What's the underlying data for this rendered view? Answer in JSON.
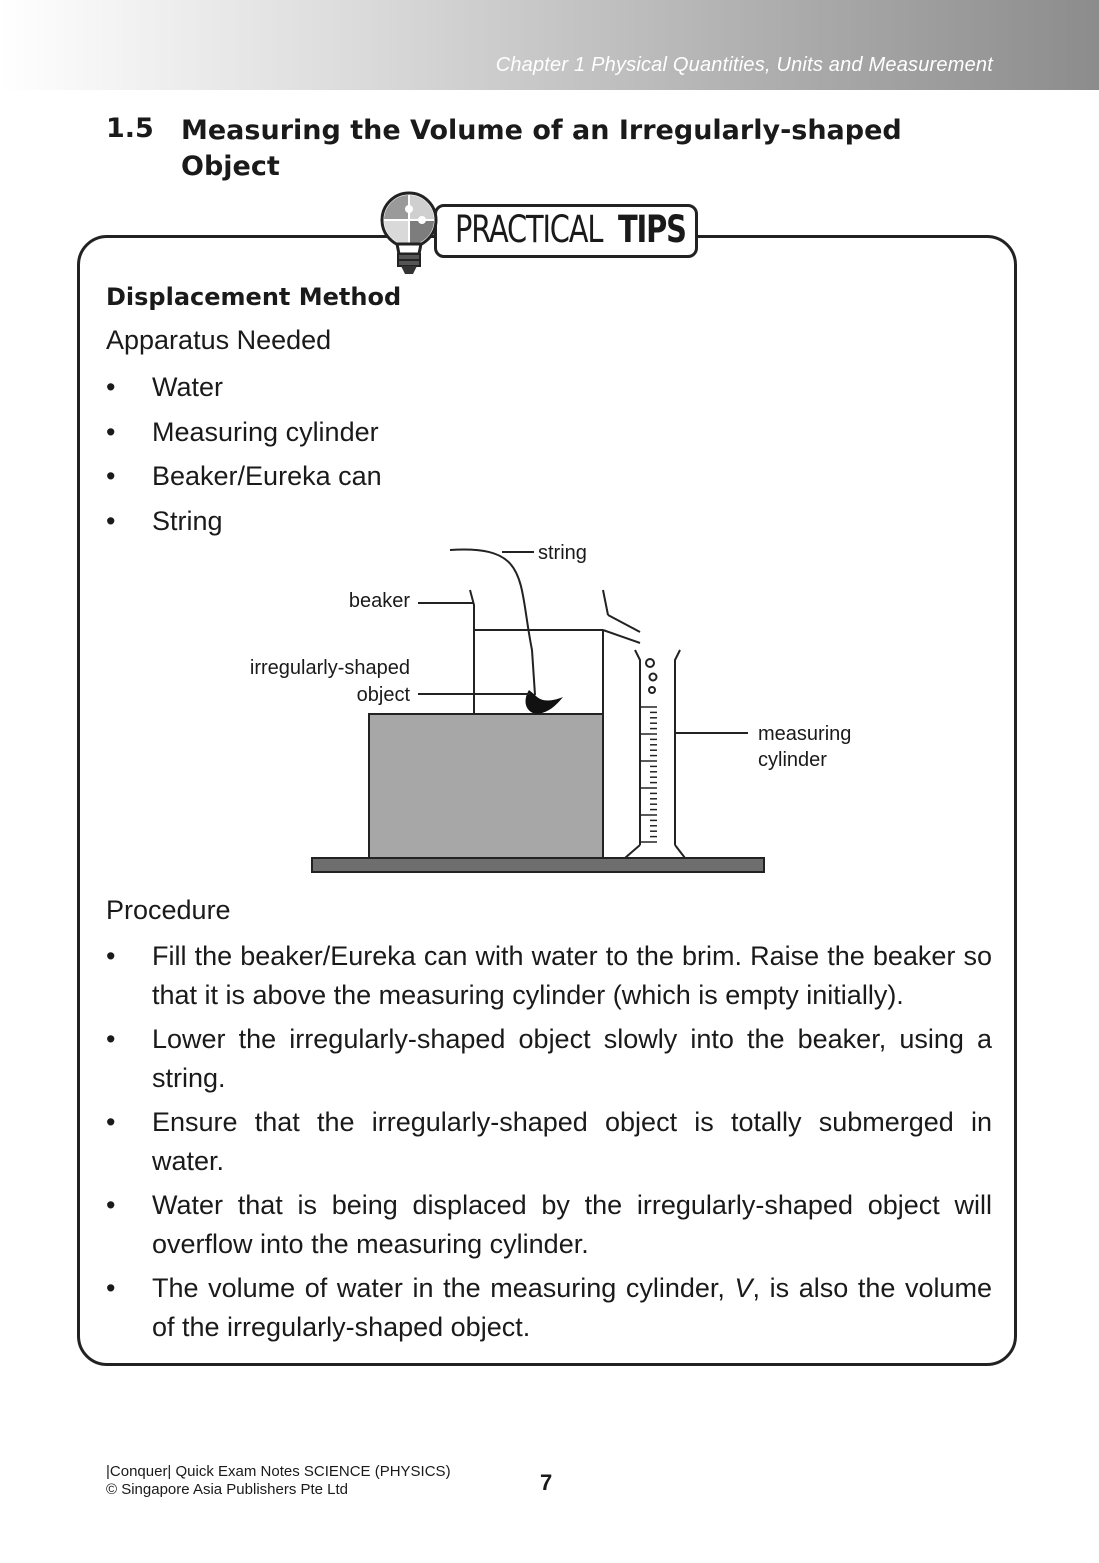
{
  "header": {
    "chapter": "Chapter 1  Physical Quantities, Units and Measurement"
  },
  "section": {
    "number": "1.5",
    "title": "Measuring the Volume of an Irregularly-shaped Object"
  },
  "tips_banner": {
    "word_1": "PRACTICAL",
    "word_2": "TIPS"
  },
  "content": {
    "method_heading": "Displacement Method",
    "apparatus_heading": "Apparatus Needed",
    "bullet_symbol": "•",
    "apparatus": [
      "Water",
      "Measuring cylinder",
      "Beaker/Eureka can",
      "String"
    ],
    "diagram_labels": {
      "string": "string",
      "beaker": "beaker",
      "object_line1": "irregularly-shaped",
      "object_line2": "object",
      "cylinder_line1": "measuring",
      "cylinder_line2": "cylinder"
    },
    "procedure_heading": "Procedure",
    "procedure": [
      "Fill the beaker/Eureka can with water to the brim. Raise the beaker so that it is above the measuring cylinder (which is empty initially).",
      "Lower the irregularly-shaped object slowly into the beaker, using a string.",
      "Ensure that the irregularly-shaped object is totally submerged in water.",
      "Water that is being displaced by the irregularly-shaped object will overflow into the measuring cylinder.",
      {
        "before": "The volume of water in the measuring cylinder, ",
        "italic": "V",
        "after": ", is also the volume of the irregularly-shaped object."
      }
    ]
  },
  "footer": {
    "book_title": "|Conquer| Quick Exam Notes SCIENCE (PHYSICS)",
    "publisher": "© Singapore Asia Publishers Pte Ltd",
    "page_number": "7"
  }
}
